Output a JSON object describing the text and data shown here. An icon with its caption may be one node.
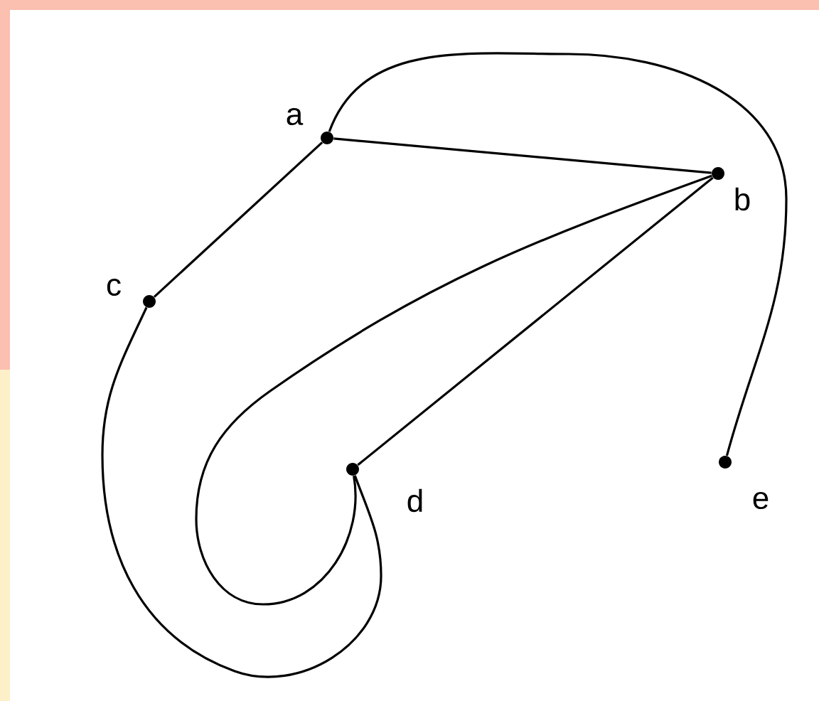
{
  "diagram": {
    "nodes": [
      {
        "text": [],
        "shape": "circle",
        "beside": [
          "a"
        ]
      },
      {
        "text": [],
        "shape": "circle",
        "beside": [
          "b"
        ]
      },
      {
        "text": [],
        "shape": "circle",
        "beside": [
          "c"
        ]
      },
      {
        "text": [],
        "shape": "circle",
        "beside": [
          "d"
        ]
      },
      {
        "text": [],
        "shape": "circle",
        "beside": [
          "e"
        ]
      }
    ],
    "edges": [
      {
        "from": 0,
        "to": 1,
        "arrow": "none"
      },
      {
        "from": 0,
        "to": 2,
        "arrow": "none"
      },
      {
        "from": 0,
        "to": 4,
        "arrow": "none"
      },
      {
        "from": 1,
        "to": 3,
        "arrow": "none"
      },
      {
        "from": 1,
        "to": 3,
        "arrow": "none"
      },
      {
        "from": 2,
        "to": 3,
        "arrow": "none"
      }
    ]
  }
}
